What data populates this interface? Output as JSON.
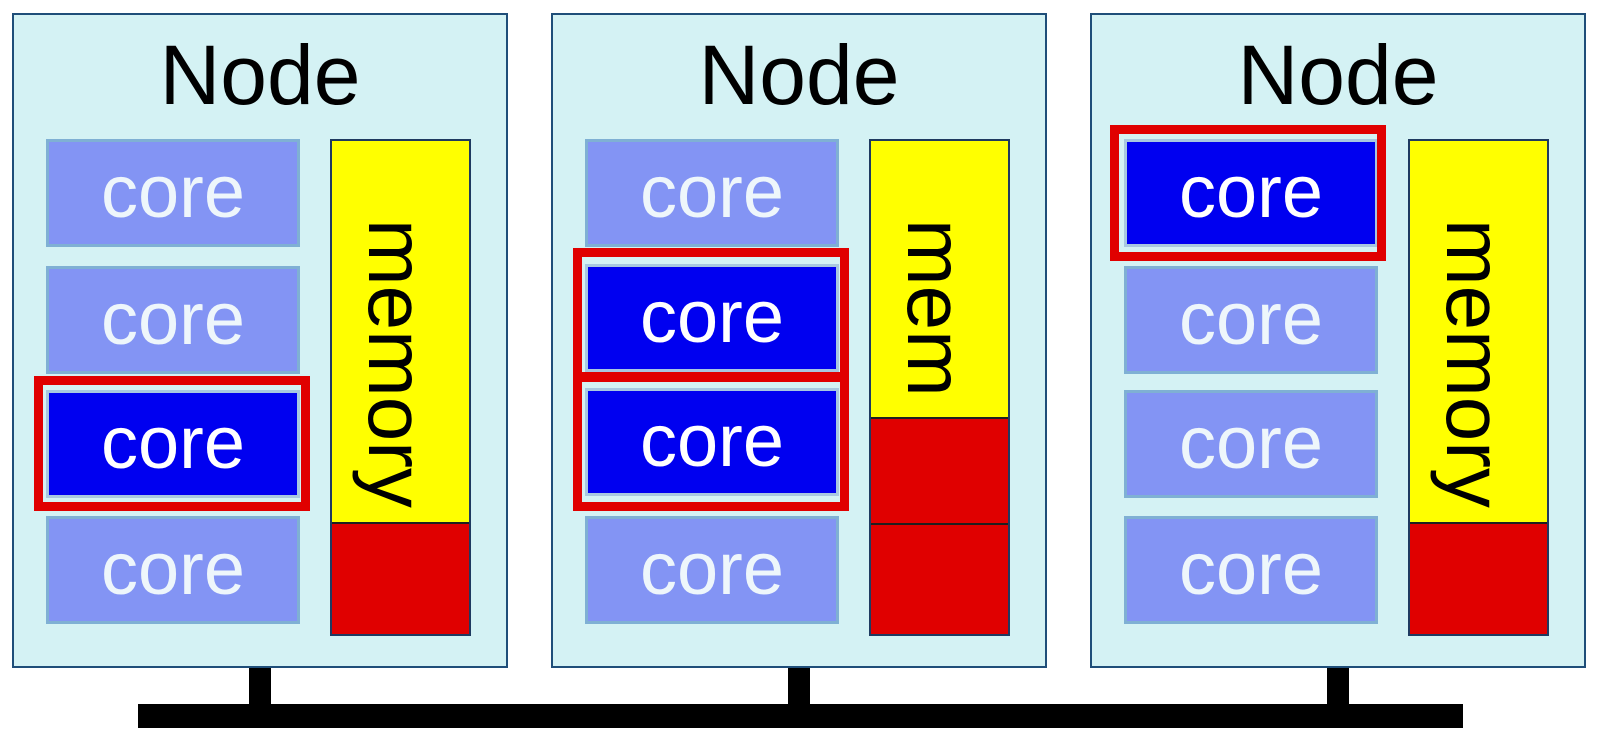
{
  "nodes": [
    {
      "title": "Node",
      "cores": [
        {
          "label": "core",
          "active": false
        },
        {
          "label": "core",
          "active": false
        },
        {
          "label": "core",
          "active": true
        },
        {
          "label": "core",
          "active": false
        }
      ],
      "memory": {
        "label": "memory",
        "used_blocks": 1
      }
    },
    {
      "title": "Node",
      "cores": [
        {
          "label": "core",
          "active": false
        },
        {
          "label": "core",
          "active": true
        },
        {
          "label": "core",
          "active": true
        },
        {
          "label": "core",
          "active": false
        }
      ],
      "memory": {
        "label": "mem",
        "used_blocks": 2
      }
    },
    {
      "title": "Node",
      "cores": [
        {
          "label": "core",
          "active": true
        },
        {
          "label": "core",
          "active": false
        },
        {
          "label": "core",
          "active": false
        },
        {
          "label": "core",
          "active": false
        }
      ],
      "memory": {
        "label": "memory",
        "used_blocks": 1
      }
    }
  ],
  "colors": {
    "node_fill": "#d4f2f4",
    "core_idle": "#8394f4",
    "core_active": "#0000f0",
    "selection": "#e00000",
    "memory_free": "#ffff00",
    "memory_used": "#e00000",
    "bus": "#000000"
  }
}
